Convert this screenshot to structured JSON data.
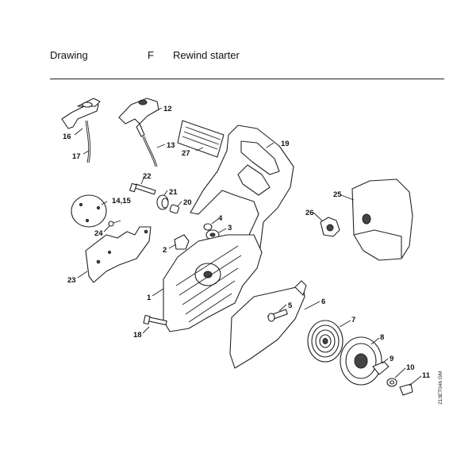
{
  "header": {
    "section_label": "Drawing",
    "section_letter": "F",
    "title": "Rewind starter"
  },
  "callouts": {
    "p1": "1",
    "p2": "2",
    "p3": "3",
    "p4": "4",
    "p5": "5",
    "p6": "6",
    "p7": "7",
    "p8": "8",
    "p9": "9",
    "p10": "10",
    "p11": "11",
    "p12": "12",
    "p13": "13",
    "p14_15": "14,15",
    "p16": "16",
    "p17": "17",
    "p18": "18",
    "p19": "19",
    "p20": "20",
    "p21": "21",
    "p22": "22",
    "p23": "23",
    "p24": "24",
    "p25": "25",
    "p26": "26",
    "p27": "27"
  },
  "drawing_code": "213ET046 GM"
}
